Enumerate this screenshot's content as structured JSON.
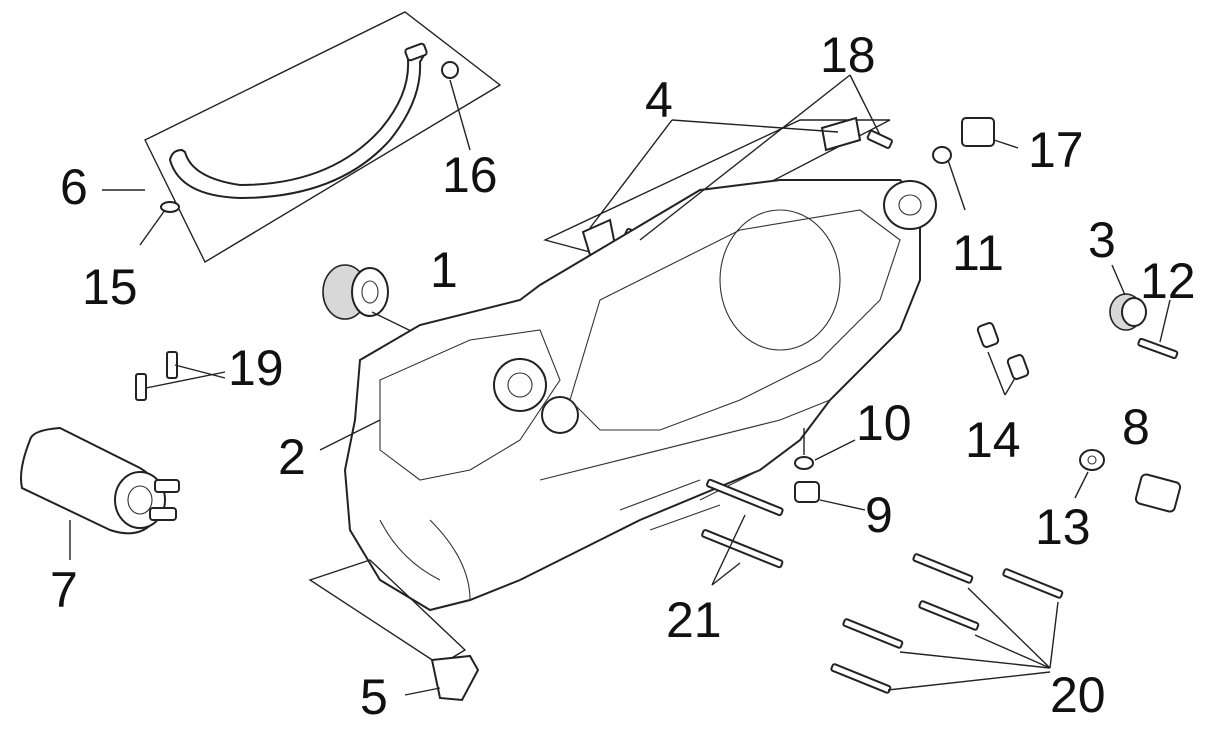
{
  "diagram": {
    "type": "exploded-parts-diagram",
    "callouts": [
      {
        "id": "1",
        "label": "1"
      },
      {
        "id": "2",
        "label": "2"
      },
      {
        "id": "3",
        "label": "3"
      },
      {
        "id": "4",
        "label": "4"
      },
      {
        "id": "5",
        "label": "5"
      },
      {
        "id": "6",
        "label": "6"
      },
      {
        "id": "7",
        "label": "7"
      },
      {
        "id": "8",
        "label": "8"
      },
      {
        "id": "9",
        "label": "9"
      },
      {
        "id": "10",
        "label": "10"
      },
      {
        "id": "11",
        "label": "11"
      },
      {
        "id": "12",
        "label": "12"
      },
      {
        "id": "13",
        "label": "13"
      },
      {
        "id": "14",
        "label": "14"
      },
      {
        "id": "15",
        "label": "15"
      },
      {
        "id": "16",
        "label": "16"
      },
      {
        "id": "17",
        "label": "17"
      },
      {
        "id": "18",
        "label": "18"
      },
      {
        "id": "19",
        "label": "19"
      },
      {
        "id": "20",
        "label": "20"
      },
      {
        "id": "21",
        "label": "21"
      }
    ]
  }
}
